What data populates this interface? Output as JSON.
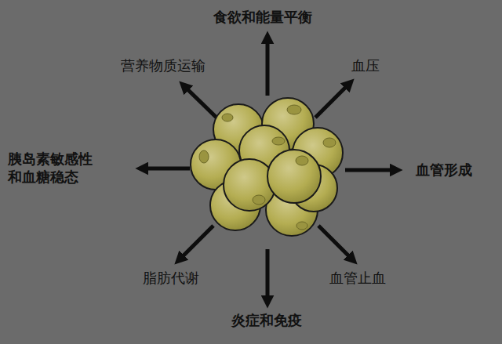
{
  "diagram": {
    "labels": [
      "食欲和能量平衡",
      "营养物质运输",
      "血压",
      "胰岛素敏感性 和血糖稳态",
      "血管形成",
      "脂肪代谢",
      "血管止血",
      "炎症和免疫"
    ]
  }
}
